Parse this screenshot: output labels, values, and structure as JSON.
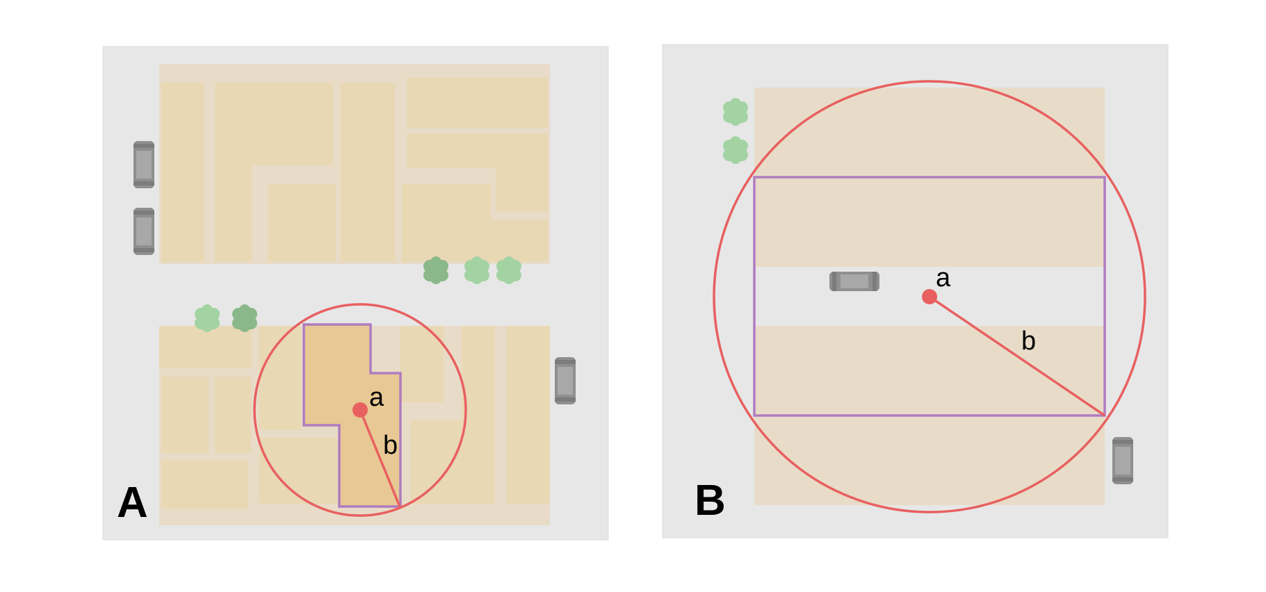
{
  "panel_a": {
    "letter": "A",
    "center_label": "a",
    "radius_label": "b"
  },
  "panel_b": {
    "letter": "B",
    "center_label": "a",
    "radius_label": "b"
  },
  "colors": {
    "panel_background": "#e7e7e7",
    "block": "#ecdcbc",
    "lot": "#e9d8b4",
    "lot_highlight": "#e8c894",
    "path": "#e8dcc8",
    "circle": "#e86060",
    "outline": "#b07cc0",
    "car": "#8f8f8f",
    "tree_light": "#a3d3a3",
    "tree_dark": "#8ab88a"
  }
}
